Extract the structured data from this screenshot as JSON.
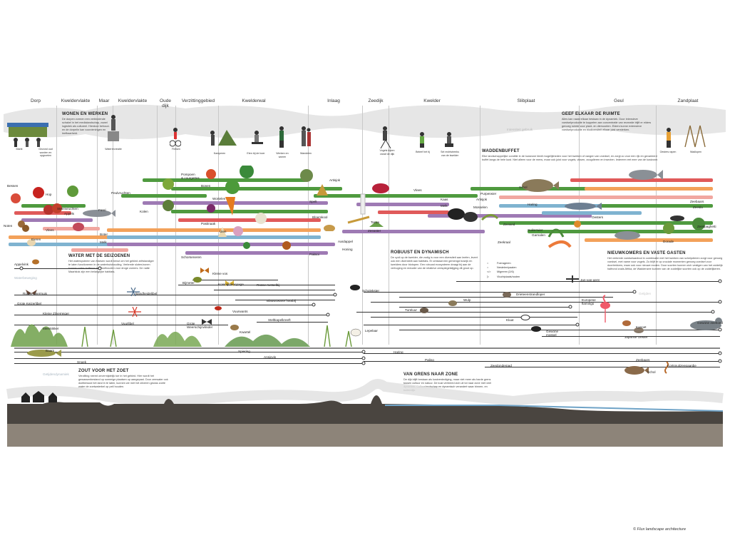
{
  "zones": [
    "Dorp",
    "Kweldervlakte",
    "Maar",
    "Kweldervlakte",
    "Oude\ndijk",
    "Verzittinggebied",
    "Kwelderwal",
    "Inlaag",
    "Zeedijk",
    "Kwelder",
    "Slibplaat",
    "Geul",
    "Zandplaat"
  ],
  "sections": {
    "wonen": {
      "title": "WONEN EN WERKEN",
      "text": "De dorpen vormen een verbindende schakel in het medialandschap, zowel logistiek als cultureel. Hierdoor behoud- en de dorpelin  kan voorzieningen en leefbaarheid."
    },
    "ruimte": {
      "title": "GEEF ELKAAR DE RUIMTE",
      "text": "Alles kan naast elkaar bestaan in de dynamiek. Door intensieve voedselproductie te koppelen aan concentratie van recreatie blijft er elders genoeg ruimte voor plant- en diersoorten. Elders kunne extensieve voedselproductie en biodiversiteit elkaar juist versterken."
    },
    "waddenbuffet": {
      "title": "WADDENBUFFET",
      "text": "Elke landschappelijke conditie in de kustzone biedt mogelijkheden voor het kweken of vangen van voedsel, en zorgt zo voor een rijk en gevarieerd buffet langs de hele kust. Niet alleen voor de mens, maar ook juist voor vogels, vissen, zoogdieren en insecten. Iedereen eet mee van de kustzone."
    },
    "water": {
      "title": "WATER MET DE SEIZOENEN",
      "text": "Het watersysteem van Marsen wordt benut om het gebied zelfstandiger te laten functioneren in de waterhuishouding. Verbrede sloten/zonen kunnen water bufferen en sloothouden voor droge zomers. De natte Maarlstok zijn een belangrijke habitats."
    },
    "robuust": {
      "title": "ROBUUST EN DYNAMISCH",
      "text": "De cycli op de kwelder, die zodig is voor een diversiteit aan leefen, levert ook een diversiteit aan habitats. Er ontstaat een gemengd bosrijk en kwelders door biotopen. Een robuust ecosysteem draagt bij aan de verhoging en reductie van de relatieve zeespiegelstijging dit groot op."
    },
    "nieuwkomers": {
      "title": "NIEUWKOMERS EN VASTE GASTEN",
      "text": "Het verbrede voedselaanbod in combinatie met het kweken van schelpdieren zorgt voor genoeg voedsel, met name voor vogels. Zo blijft er op cruciale momenten genoeg voedsel voor doortrekkers, maar ook voor nieuwe exoten. Door soorten kunnen zich vestigen van het zuidelijk halfrond zoals Afrika, de Waddenzee kunnen van de zuidelijke soorten ook op de zuidelijkeren."
    },
    "zout": {
      "title": "ZOUT VOOR HET ZOET",
      "text": "Verzilting neemt onvermijdelijk toe in het gebied. Hier wordt het gewassenbestand op sommige plaatsen op aangepast. Door zeewater ook doelbewust het land in te laten, kunnen we met het zilveren gewas zoete water de zoetwaterbel op peil houden."
    },
    "grens": {
      "title": "VAN GRENS NAAR ZONE",
      "text": "De dijk blijft bestaan als kustverdediging, maar niet meer als harde grens tussen cultuur en natuur. De kust verbreed zich uit tot naar zone met veel dynamiek. Cultuurlandschap en dynamisch verandert waar binnen- en buitendijk."
    }
  },
  "activities": [
    {
      "name": "Markt"
    },
    {
      "name": "Gezond oud worden en opgroeien"
    },
    {
      "name": "Waterrecreatie"
    },
    {
      "name": "Fietsen"
    },
    {
      "name": "Kamperen"
    },
    {
      "name": "Eten bij de boer"
    },
    {
      "name": "Werken en wonen"
    },
    {
      "name": "Wandelen"
    },
    {
      "name": "Vogels kijken vanaf de dijk"
    },
    {
      "name": "Beleef het tij"
    },
    {
      "name": "Sel rechtstreeks van de kwelder"
    },
    {
      "name": "Oesters rapen"
    },
    {
      "name": "Wadlopen"
    }
  ],
  "ghosts": {
    "intensiteit": "Intensiteit gebruik",
    "water_bgd": "Waterbeweging",
    "getijdendynamiek": "Getijdendynamiek",
    "getijnatuur": "Getijden"
  },
  "food_labels": [
    {
      "t": "Bessen"
    },
    {
      "t": "Hop"
    },
    {
      "t": "Steenvruchten"
    },
    {
      "t": "Appels"
    },
    {
      "t": "Forel"
    },
    {
      "t": "Noten"
    },
    {
      "t": "Vlees"
    },
    {
      "t": "Boter"
    },
    {
      "t": "Melk"
    },
    {
      "t": "Eieren"
    },
    {
      "t": "Pompoen\n& courgettes"
    },
    {
      "t": "Bonen"
    },
    {
      "t": "Peulvruchten"
    },
    {
      "t": "Kolen"
    },
    {
      "t": "Wortelen"
    },
    {
      "t": "Pastinaak"
    },
    {
      "t": "Uien"
    },
    {
      "t": "Schorseneren"
    },
    {
      "t": "Artisjok"
    },
    {
      "t": "Spelt"
    },
    {
      "t": "Bloemkool"
    },
    {
      "t": "Aardappel"
    },
    {
      "t": "Paksoi"
    },
    {
      "t": "Honing"
    },
    {
      "t": "Tarwe"
    },
    {
      "t": "Zeeaster"
    },
    {
      "t": "Vlees"
    },
    {
      "t": "Kaas"
    },
    {
      "t": "Melk"
    },
    {
      "t": "Purperwier"
    },
    {
      "t": "Artisjok"
    },
    {
      "t": "Mosselen"
    },
    {
      "t": "Schol"
    },
    {
      "t": "Zeebaars"
    },
    {
      "t": "Haring"
    },
    {
      "t": "Zeesla"
    },
    {
      "t": "Oesters"
    },
    {
      "t": "Zeewed"
    },
    {
      "t": "Suikerwier"
    },
    {
      "t": "Zeekraal"
    },
    {
      "t": "Garnalen"
    },
    {
      "t": "Zeespaghetti"
    },
    {
      "t": "Dorade"
    }
  ],
  "species": [
    {
      "t": "Appelvink"
    },
    {
      "t": "Bijmeter"
    },
    {
      "t": "Kleine vos"
    },
    {
      "t": "Koninginnenpage"
    },
    {
      "t": "Rosse metselbij"
    },
    {
      "t": "Bandheidelibel"
    },
    {
      "t": "Blauwzwarte houtbij"
    },
    {
      "t": "Rosse vleermuis"
    },
    {
      "t": "Grote Keizerlibel"
    },
    {
      "t": "Vuurwants"
    },
    {
      "t": "Kleine Zilverreiger"
    },
    {
      "t": "Vuurlibel"
    },
    {
      "t": "Meerkikker"
    },
    {
      "t": "Grote Weerschijnvlinder"
    },
    {
      "t": "Kwartel"
    },
    {
      "t": "Steltkapelkreeft"
    },
    {
      "t": "Baars"
    },
    {
      "t": "Snoek"
    },
    {
      "t": "Spiering"
    },
    {
      "t": "Ansjovis"
    },
    {
      "t": "Scholekster"
    },
    {
      "t": "Jan-van-gent"
    },
    {
      "t": "Drieteenstrandloper"
    },
    {
      "t": "Tureluur"
    },
    {
      "t": "Wulp"
    },
    {
      "t": "Europese flamingo"
    },
    {
      "t": "Kluut"
    },
    {
      "t": "Lepelaar"
    },
    {
      "t": "Gewone mossel"
    },
    {
      "t": "Kanoet"
    },
    {
      "t": "Gewone zeehond"
    },
    {
      "t": "Japanse Oester"
    },
    {
      "t": "Haring"
    },
    {
      "t": "Paling"
    },
    {
      "t": "Zeebaars"
    },
    {
      "t": "Zeedonderpad"
    },
    {
      "t": "Kortsnuitzeepaardje"
    },
    {
      "t": "Schol"
    }
  ],
  "legend": [
    {
      "sym": "○",
      "t": "Foerageren"
    },
    {
      "sym": "○",
      "t": "Nestelen/paaien"
    },
    {
      "sym": "</>",
      "t": "Migreren (2/6)"
    },
    {
      "sym": "▷",
      "t": "Vluchtplaats/rusten"
    }
  ],
  "credit": "© Flux landscape architecture",
  "colors": {
    "green": "#4f9a3f",
    "red": "#e05a5a",
    "purple": "#9e7ab4",
    "orange": "#f3a15a",
    "blue": "#7fb3d0",
    "pink": "#f1a7a0",
    "grey": "#d9d9d9",
    "soil": "#4a4540",
    "bedrock": "#8d8479"
  }
}
